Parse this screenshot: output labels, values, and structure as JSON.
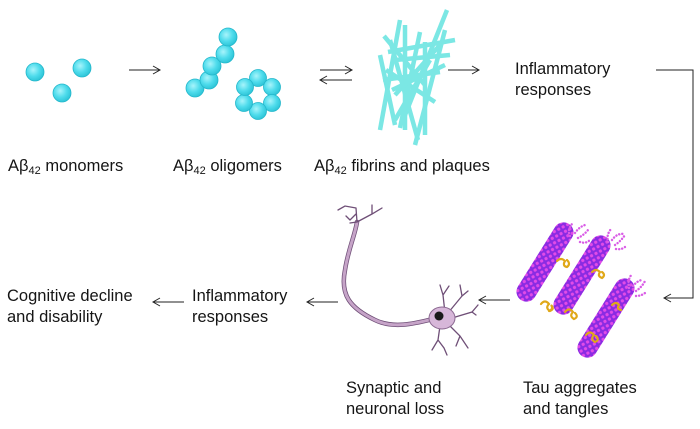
{
  "title": "Amyloid-beta and tau pathology cascade",
  "colors": {
    "sphere_fill": "#45dcea",
    "sphere_stroke": "#1fb5c9",
    "fibril": "#6fe3e0",
    "neuron": "#b48fb5",
    "neuron_outline": "#6f4f77",
    "tau_body": "#8a2be2",
    "tau_bead": "#e040e0",
    "tau_knot": "#e0a818",
    "arrow": "#222222"
  },
  "nodes": {
    "monomers": {
      "prefix": "Aβ",
      "sub": "42",
      "text": " monomers"
    },
    "oligomers": {
      "prefix": "Aβ",
      "sub": "42",
      "text": " oligomers"
    },
    "fibrils": {
      "prefix": "Aβ",
      "sub": "42",
      "text": " fibrins and plaques"
    },
    "inflammatory_top": {
      "line1": "Inflammatory",
      "line2": "responses"
    },
    "tau": {
      "line1": "Tau aggregates",
      "line2": "and tangles"
    },
    "neuronal_loss": {
      "line1": "Synaptic and",
      "line2": "neuronal loss"
    },
    "inflammatory_bottom": {
      "line1": "Inflammatory",
      "line2": "responses"
    },
    "cognitive": {
      "line1": "Cognitive decline",
      "line2": "and disability"
    }
  },
  "edges": [
    {
      "from": "monomers",
      "to": "oligomers",
      "type": "forward"
    },
    {
      "from": "oligomers",
      "to": "fibrils",
      "type": "reversible"
    },
    {
      "from": "fibrils",
      "to": "inflammatory_top",
      "type": "forward"
    },
    {
      "from": "inflammatory_top",
      "to": "tau",
      "type": "elbow"
    },
    {
      "from": "tau",
      "to": "neuronal_loss",
      "type": "forward"
    },
    {
      "from": "neuronal_loss",
      "to": "inflammatory_bottom",
      "type": "forward"
    },
    {
      "from": "inflammatory_bottom",
      "to": "cognitive",
      "type": "forward"
    }
  ]
}
